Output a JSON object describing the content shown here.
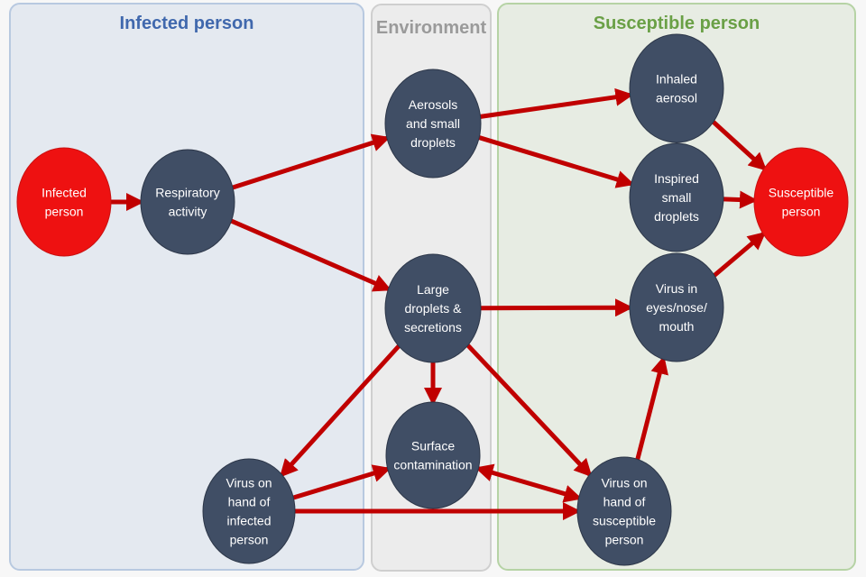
{
  "panels": {
    "infected": {
      "title": "Infected person",
      "color": "#4068ad"
    },
    "environment": {
      "title": "Environment",
      "color": "#9a9a9a"
    },
    "susceptible": {
      "title": "Susceptible person",
      "color": "#6aa046"
    }
  },
  "colors": {
    "node_dark": "#404e65",
    "node_red": "#ee1111",
    "arrow": "#c00000"
  },
  "nodes": [
    {
      "id": "infected-person",
      "lines": [
        "Infected",
        "person"
      ],
      "kind": "red"
    },
    {
      "id": "respiratory-activity",
      "lines": [
        "Respiratory",
        "activity"
      ],
      "kind": "dark"
    },
    {
      "id": "aerosols",
      "lines": [
        "Aerosols",
        "and small",
        "droplets"
      ],
      "kind": "dark"
    },
    {
      "id": "large-droplets",
      "lines": [
        "Large",
        "droplets &",
        "secretions"
      ],
      "kind": "dark"
    },
    {
      "id": "surface-contamination",
      "lines": [
        "Surface",
        "contamination"
      ],
      "kind": "dark"
    },
    {
      "id": "virus-hand-infected",
      "lines": [
        "Virus on",
        "hand of",
        "infected",
        "person"
      ],
      "kind": "dark"
    },
    {
      "id": "inhaled-aerosol",
      "lines": [
        "Inhaled",
        "aerosol"
      ],
      "kind": "dark"
    },
    {
      "id": "inspired-droplets",
      "lines": [
        "Inspired",
        "small",
        "droplets"
      ],
      "kind": "dark"
    },
    {
      "id": "virus-eyes",
      "lines": [
        "Virus in",
        "eyes/nose/",
        "mouth"
      ],
      "kind": "dark"
    },
    {
      "id": "virus-hand-susceptible",
      "lines": [
        "Virus on",
        "hand of",
        "susceptible",
        "person"
      ],
      "kind": "dark"
    },
    {
      "id": "susceptible-person",
      "lines": [
        "Susceptible",
        "person"
      ],
      "kind": "red"
    }
  ],
  "edges": [
    {
      "from": "infected-person",
      "to": "respiratory-activity"
    },
    {
      "from": "respiratory-activity",
      "to": "aerosols"
    },
    {
      "from": "respiratory-activity",
      "to": "large-droplets"
    },
    {
      "from": "aerosols",
      "to": "inhaled-aerosol"
    },
    {
      "from": "aerosols",
      "to": "inspired-droplets"
    },
    {
      "from": "inhaled-aerosol",
      "to": "susceptible-person"
    },
    {
      "from": "inspired-droplets",
      "to": "susceptible-person"
    },
    {
      "from": "virus-eyes",
      "to": "susceptible-person"
    },
    {
      "from": "large-droplets",
      "to": "virus-eyes"
    },
    {
      "from": "large-droplets",
      "to": "surface-contamination"
    },
    {
      "from": "large-droplets",
      "to": "virus-hand-infected"
    },
    {
      "from": "large-droplets",
      "to": "virus-hand-susceptible"
    },
    {
      "from": "virus-hand-infected",
      "to": "surface-contamination"
    },
    {
      "from": "virus-hand-infected",
      "to": "virus-hand-susceptible"
    },
    {
      "from": "surface-contamination",
      "to": "virus-hand-susceptible",
      "bidirectional": true
    },
    {
      "from": "virus-hand-susceptible",
      "to": "virus-eyes"
    }
  ]
}
